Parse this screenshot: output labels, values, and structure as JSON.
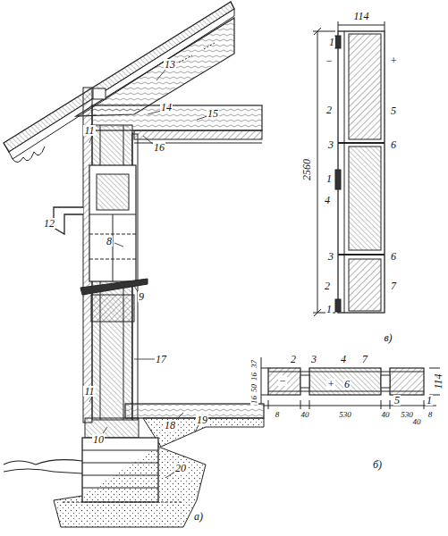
{
  "diagram": {
    "labels": [
      "13",
      "14",
      "15",
      "11",
      "16",
      "12",
      "8",
      "9",
      "17",
      "11",
      "18",
      "19",
      "10",
      "20",
      "а)",
      "114",
      "1",
      "−",
      "+",
      "2",
      "5",
      "3",
      "6",
      "1",
      "4",
      "2560",
      "3",
      "6",
      "2",
      "7",
      "1",
      "в)",
      "2",
      "−",
      "3",
      "4",
      "7",
      "+",
      "6",
      "114",
      "5",
      "1",
      "16",
      "50",
      "16",
      "37",
      "8",
      "40",
      "530",
      "40",
      "530",
      "40",
      "8",
      "б)"
    ]
  }
}
